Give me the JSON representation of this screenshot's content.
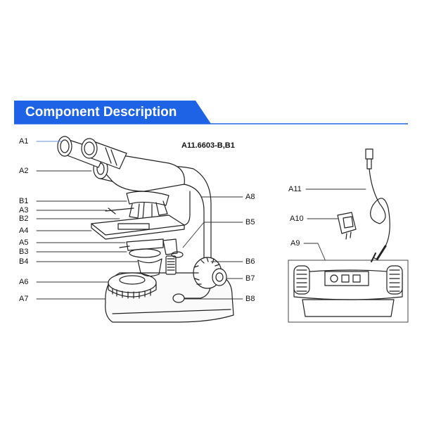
{
  "header": {
    "title": "Component Description",
    "accent": "#1e63e6",
    "line_color": "#1e63e6"
  },
  "model_label": "A11.6603-B,B1",
  "labels": {
    "A1": "A1",
    "A2": "A2",
    "B1": "B1",
    "A3": "A3",
    "B2": "B2",
    "A4": "A4",
    "A5": "A5",
    "B3": "B3",
    "B4": "B4",
    "A6": "A6",
    "A7": "A7",
    "A8": "A8",
    "B5": "B5",
    "B6": "B6",
    "B7": "B7",
    "B8": "B8",
    "A11": "A11",
    "A10": "A10",
    "A9": "A9"
  }
}
